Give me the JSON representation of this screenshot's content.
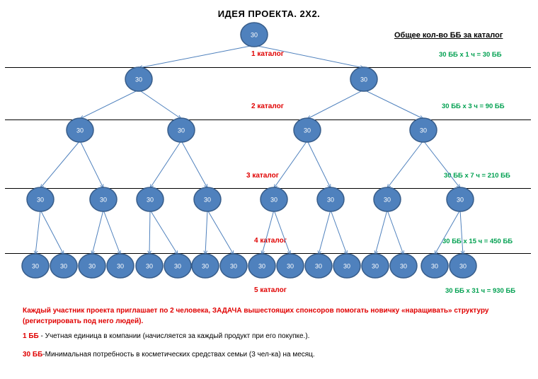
{
  "title": "ИДЕЯ ПРОЕКТА. 2Х2.",
  "summary_header": "Общее кол-во ББ за каталог",
  "node_value": "30",
  "levels": [
    {
      "label": "1 каталог",
      "calc": "30 ББ х 1 ч = 30 ББ"
    },
    {
      "label": "2 каталог",
      "calc": "30 ББ х 3 ч = 90 ББ"
    },
    {
      "label": "3 каталог",
      "calc": "30 ББ х 7 ч = 210 ББ"
    },
    {
      "label": "4 каталог",
      "calc": "30 ББ х 15 ч = 450 ББ"
    },
    {
      "label": "5 каталог",
      "calc": "30 ББ х 31 ч = 930 ББ"
    }
  ],
  "notes": {
    "task": "Каждый участник проекта приглашает по 2 человека, ЗАДАЧА вышестоящих спонсоров помогать новичку «наращивать» структуру (регистрировать под него людей).",
    "bb_key": "1 ББ",
    "bb_text": " - Учетная единица в компании (начисляется за каждый продукт при его покупке.).",
    "need_key": "30 ББ",
    "need_text": "-Минимальная потребность в косметических средствах семьи (3 чел-ка) на месяц."
  },
  "colors": {
    "node_fill": "#4f81bd",
    "node_stroke": "#385d8a",
    "edge": "#4f81bd",
    "level_label": "#e00000",
    "calc": "#00a050"
  }
}
